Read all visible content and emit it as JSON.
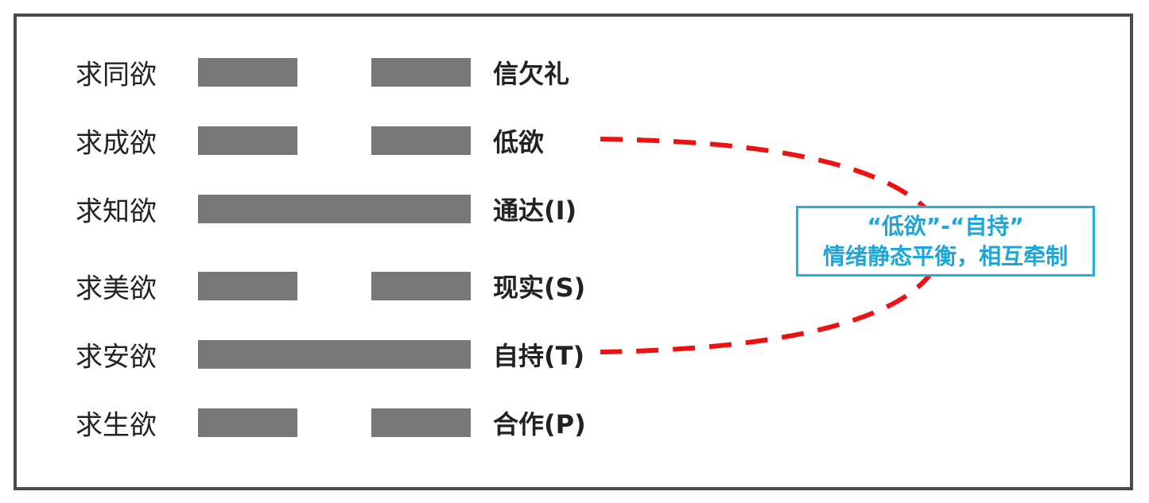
{
  "rows": [
    {
      "left": "求同欲",
      "right": "信欠礼",
      "line": "broken"
    },
    {
      "left": "求成欲",
      "right": "低欲",
      "line": "broken"
    },
    {
      "left": "求知欲",
      "right": "通达(I)",
      "line": "solid"
    },
    {
      "left": "求美欲",
      "right": "现实(S)",
      "line": "broken"
    },
    {
      "left": "求安欲",
      "right": "自持(T)",
      "line": "solid"
    },
    {
      "left": "求生欲",
      "right": "合作(P)",
      "line": "broken"
    }
  ],
  "callout": {
    "line1": "“低欲”-“自持”",
    "line2": "情绪静态平衡，相互牵制"
  },
  "colors": {
    "bar": "#787878",
    "connector": "#ee1111",
    "callout_border": "#1fb0e4",
    "callout_text": "#1fa6d8",
    "frame": "#4a4a4a"
  }
}
